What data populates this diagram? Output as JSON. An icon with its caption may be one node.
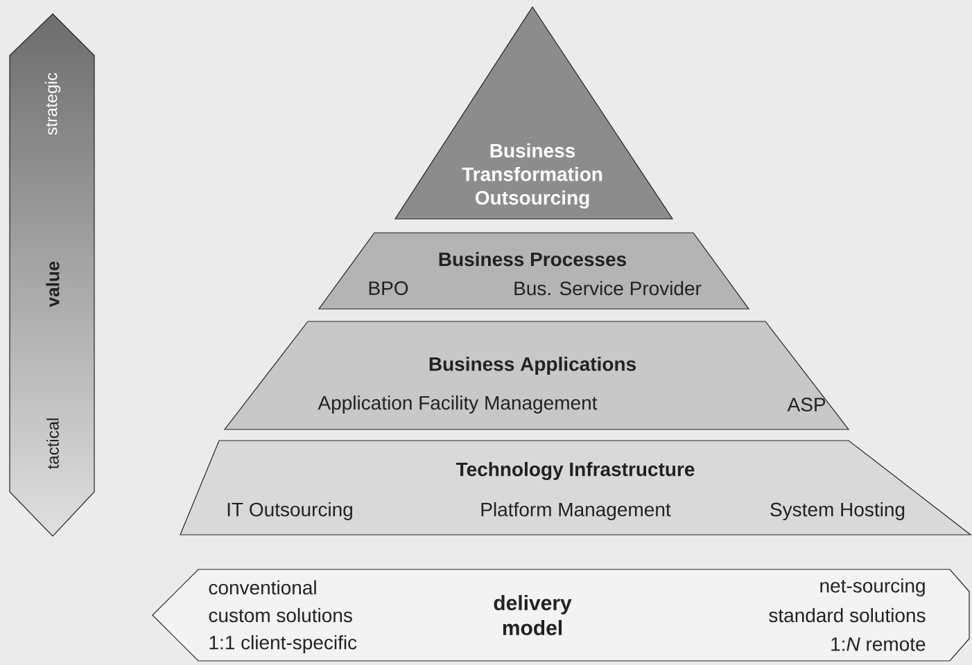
{
  "diagram": {
    "nodes": [
      {
        "text": [
          "strategic",
          "value",
          "tactical"
        ]
      },
      {
        "text": [
          "Business Transformation Outsourcing"
        ]
      },
      {
        "text": [
          "Business Processes",
          "BPO",
          "Bus. Service Provider"
        ]
      },
      {
        "text": [
          "Business Applications",
          "Application Facility Management",
          "ASP"
        ]
      },
      {
        "text": [
          "Technology Infrastructure",
          "IT Outsourcing",
          "Platform Management",
          "System Hosting"
        ]
      },
      {
        "text": [
          "conventional",
          "custom solutions",
          "1:1 client-specific",
          "delivery model",
          "net-sourcing",
          "standard solutions",
          "1:*N* remote"
        ]
      }
    ]
  }
}
